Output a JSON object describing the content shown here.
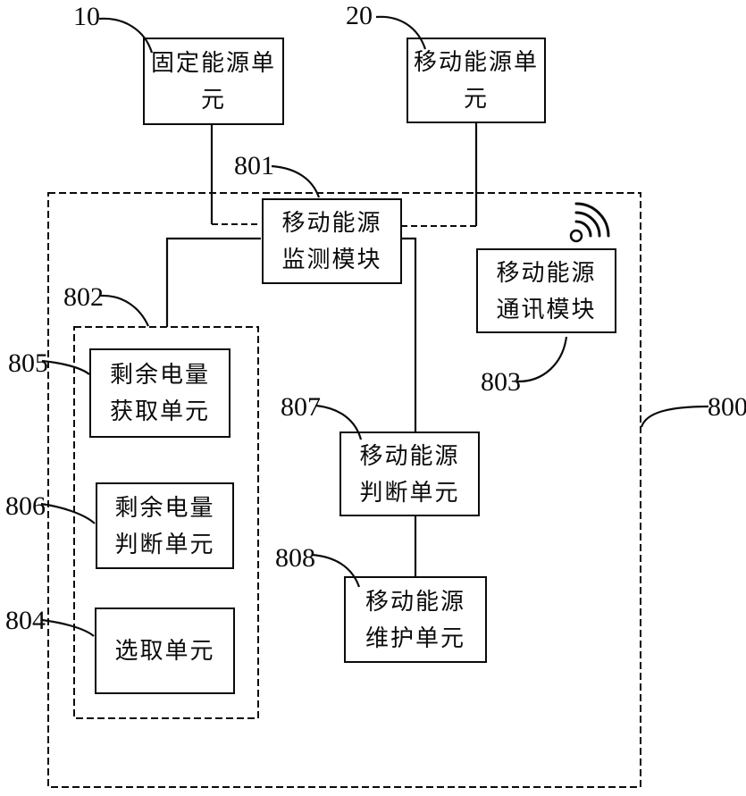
{
  "figure": {
    "kind": "patent-block-diagram",
    "background_color": "#ffffff",
    "line_color": "#0b0b0b"
  },
  "nodes": {
    "fixed_energy_unit": {
      "ref": "10",
      "line1": "固定能源单元"
    },
    "mobile_energy_unit": {
      "ref": "20",
      "line1": "移动能源单元"
    },
    "monitor_module": {
      "ref": "801",
      "line1": "移动能源",
      "line2": "监测模块"
    },
    "comm_module": {
      "ref": "803",
      "line1": "移动能源",
      "line2": "通讯模块"
    },
    "battery_group_box": {
      "ref": "802"
    },
    "soc_acquire_unit": {
      "ref": "805",
      "line1": "剩余电量",
      "line2": "获取单元"
    },
    "soc_judge_unit": {
      "ref": "806",
      "line1": "剩余电量",
      "line2": "判断单元"
    },
    "select_unit": {
      "ref": "804",
      "line1": "选取单元"
    },
    "mobile_judge_unit": {
      "ref": "807",
      "line1": "移动能源",
      "line2": "判断单元"
    },
    "maintain_unit": {
      "ref": "808",
      "line1": "移动能源",
      "line2": "维护单元"
    },
    "system_box": {
      "ref": "800"
    }
  },
  "edges": [
    {
      "from": "10",
      "to": "801",
      "style": "solid-then-dashed"
    },
    {
      "from": "20",
      "to": "801",
      "style": "solid-then-dashed"
    },
    {
      "from": "801",
      "to": "802",
      "style": "solid"
    },
    {
      "from": "801",
      "to": "807",
      "style": "solid"
    },
    {
      "from": "807",
      "to": "808",
      "style": "solid"
    }
  ],
  "icons": {
    "wireless": "wireless-signal-icon"
  }
}
